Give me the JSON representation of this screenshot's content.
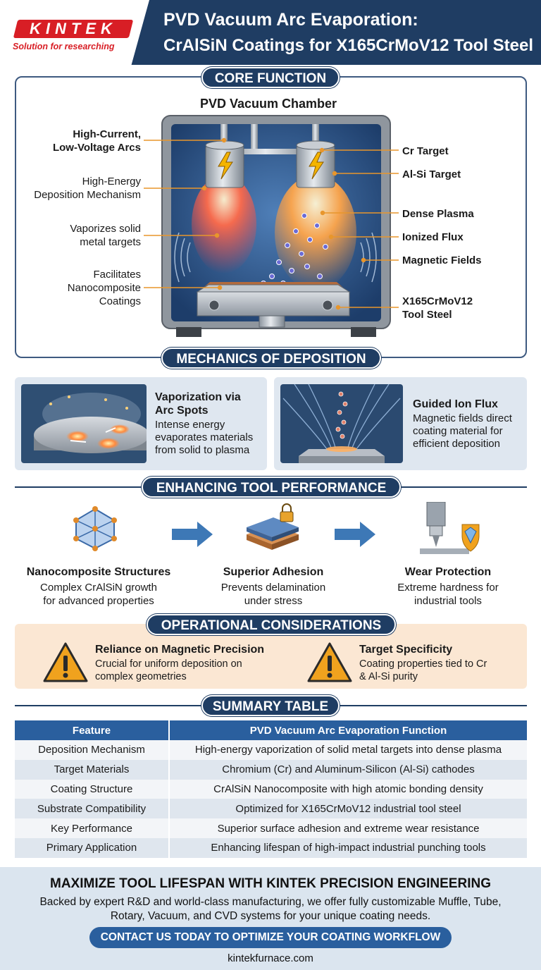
{
  "header": {
    "logo_text": "KINTEK",
    "logo_tagline": "Solution for researching",
    "title_line1": "PVD Vacuum Arc Evaporation:",
    "title_line2": "CrAlSiN Coatings for X165CrMoV12 Tool Steel"
  },
  "core": {
    "section_title": "CORE FUNCTION",
    "chamber_title": "PVD Vacuum Chamber",
    "left_labels": [
      "High-Current,\nLow-Voltage Arcs",
      "High-Energy\nDeposition Mechanism",
      "Vaporizes solid\nmetal targets",
      "Facilitates\nNanocomposite\nCoatings"
    ],
    "right_labels": [
      "Cr Target",
      "Al-Si Target",
      "Dense Plasma",
      "Ionized Flux",
      "Magnetic Fields",
      "X165CrMoV12\nTool Steel"
    ]
  },
  "mechanics": {
    "section_title": "MECHANICS OF DEPOSITION",
    "cards": [
      {
        "title": "Vaporization via\nArc Spots",
        "desc": "Intense energy\nevaporates materials\nfrom solid to plasma"
      },
      {
        "title": "Guided Ion Flux",
        "desc": "Magnetic fields direct\ncoating material for\nefficient deposition"
      }
    ]
  },
  "performance": {
    "section_title": "ENHANCING TOOL PERFORMANCE",
    "items": [
      {
        "title": "Nanocomposite Structures",
        "desc": "Complex CrAlSiN growth\nfor advanced properties"
      },
      {
        "title": "Superior Adhesion",
        "desc": "Prevents delamination\nunder stress"
      },
      {
        "title": "Wear Protection",
        "desc": "Extreme hardness for\nindustrial tools"
      }
    ]
  },
  "operational": {
    "section_title": "OPERATIONAL CONSIDERATIONS",
    "items": [
      {
        "title": "Reliance on Magnetic Precision",
        "desc": "Crucial for uniform deposition on\ncomplex geometries"
      },
      {
        "title": "Target Specificity",
        "desc": "Coating properties tied to Cr\n& Al-Si purity"
      }
    ]
  },
  "summary": {
    "section_title": "SUMMARY TABLE",
    "columns": [
      "Feature",
      "PVD Vacuum Arc Evaporation Function"
    ],
    "rows": [
      [
        "Deposition Mechanism",
        "High-energy vaporization of solid metal targets into dense plasma"
      ],
      [
        "Target Materials",
        "Chromium (Cr) and Aluminum-Silicon (Al-Si) cathodes"
      ],
      [
        "Coating Structure",
        "CrAlSiN Nanocomposite with high atomic bonding density"
      ],
      [
        "Substrate Compatibility",
        "Optimized for X165CrMoV12 industrial tool steel"
      ],
      [
        "Key Performance",
        "Superior surface adhesion and extreme wear resistance"
      ],
      [
        "Primary Application",
        "Enhancing lifespan of high-impact industrial punching tools"
      ]
    ]
  },
  "footer": {
    "headline": "MAXIMIZE TOOL LIFESPAN WITH KINTEK PRECISION ENGINEERING",
    "desc": "Backed by expert R&D and world-class manufacturing, we offer fully customizable Muffle, Tube,\nRotary, Vacuum, and CVD systems for your unique coating needs.",
    "cta": "CONTACT US TODAY TO OPTIMIZE YOUR COATING WORKFLOW",
    "website": "kintekfurnace.com"
  },
  "colors": {
    "navy": "#1f3d63",
    "brand_red": "#d81e25",
    "table_header": "#2a5f9e",
    "warning_orange": "#f0a21e"
  }
}
